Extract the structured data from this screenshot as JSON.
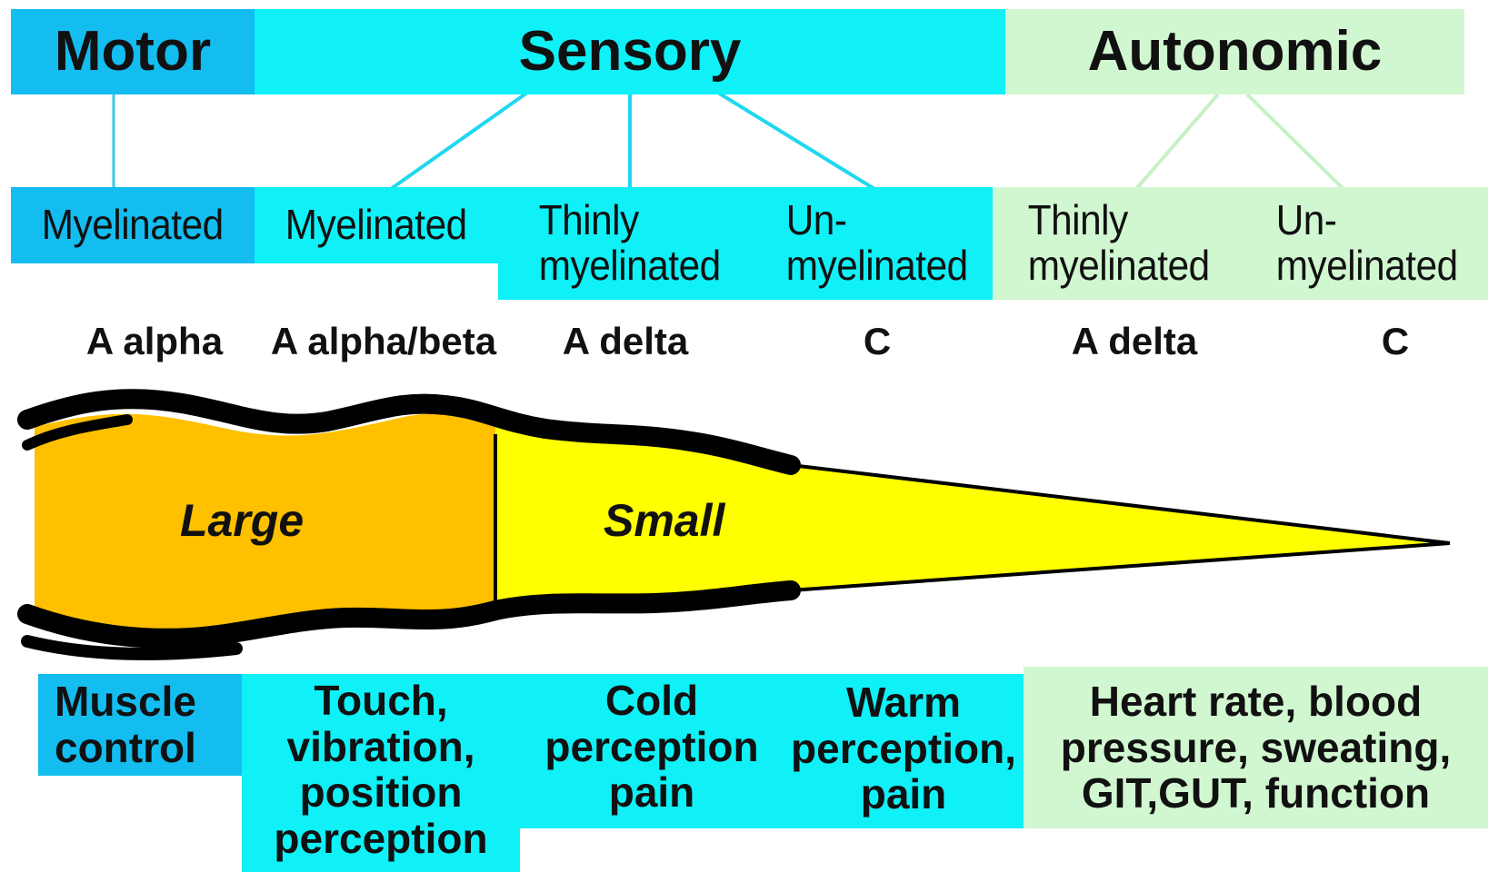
{
  "headers": {
    "motor": "Motor",
    "sensory": "Sensory",
    "autonomic": "Autonomic"
  },
  "myelination": {
    "motor_myelinated": "Myelinated",
    "sensory_myelinated": "Myelinated",
    "sensory_thinly": "Thinly\nmyelinated",
    "sensory_un": "Un-\nmyelinated",
    "autonomic_thinly": "Thinly\nmyelinated",
    "autonomic_un": "Un-\nmyelinated"
  },
  "fiber_types": {
    "motor": "A alpha",
    "sensory_large": "A alpha/beta",
    "sensory_thin": "A delta",
    "sensory_un": "C",
    "autonomic_thin": "A delta",
    "autonomic_un": "C"
  },
  "size_labels": {
    "large": "Large",
    "small": "Small"
  },
  "functions": {
    "muscle": "Muscle\ncontrol",
    "touch": "Touch,\nvibration,\nposition\nperception",
    "cold": "Cold\nperception\npain",
    "warm": "Warm\nperception,\npain",
    "autonomic": "Heart rate, blood\npressure, sweating,\nGIT,GUT, function"
  },
  "colors": {
    "motor_blue": "#14bdf0",
    "sensory_cyan": "#0ff0f7",
    "autonomic_mint": "#d1f7d1",
    "large_fiber_orange": "#ffc000",
    "small_fiber_yellow": "#ffff00"
  }
}
